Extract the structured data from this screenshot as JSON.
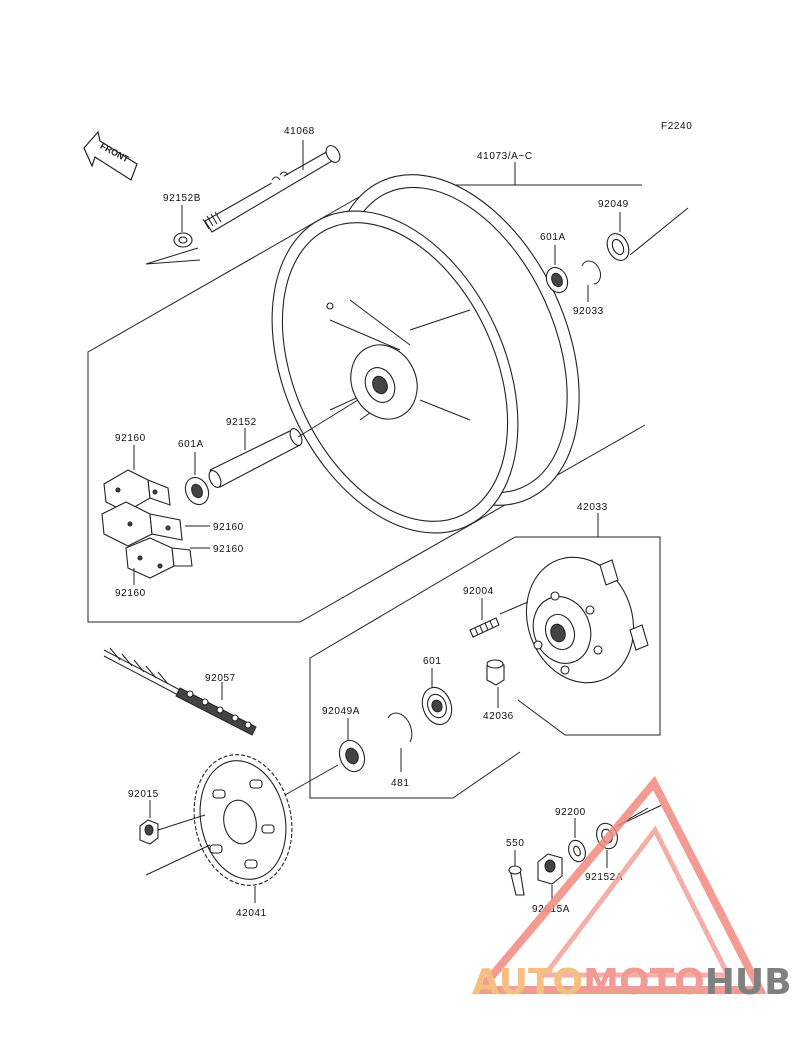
{
  "figure_code": "F2240",
  "front_arrow": "FRONT",
  "parts": {
    "p41068": "41068",
    "p41073": "41073/A~C",
    "p92152B": "92152B",
    "p92049": "92049",
    "p601A_top": "601A",
    "p92033": "92033",
    "p92160_a": "92160",
    "p601A_left": "601A",
    "p92152": "92152",
    "p92160_b": "92160",
    "p92160_c": "92160",
    "p92160_d": "92160",
    "p42033": "42033",
    "p92004": "92004",
    "p601": "601",
    "p92057": "92057",
    "p92049A": "92049A",
    "p42036": "42036",
    "p481": "481",
    "p92015": "92015",
    "p92200": "92200",
    "p550": "550",
    "p92152A": "92152A",
    "p92015A": "92015A",
    "p42041": "42041"
  },
  "watermark": {
    "part1": "AUTO",
    "part2": "MOTO",
    "part3": "HUB"
  }
}
